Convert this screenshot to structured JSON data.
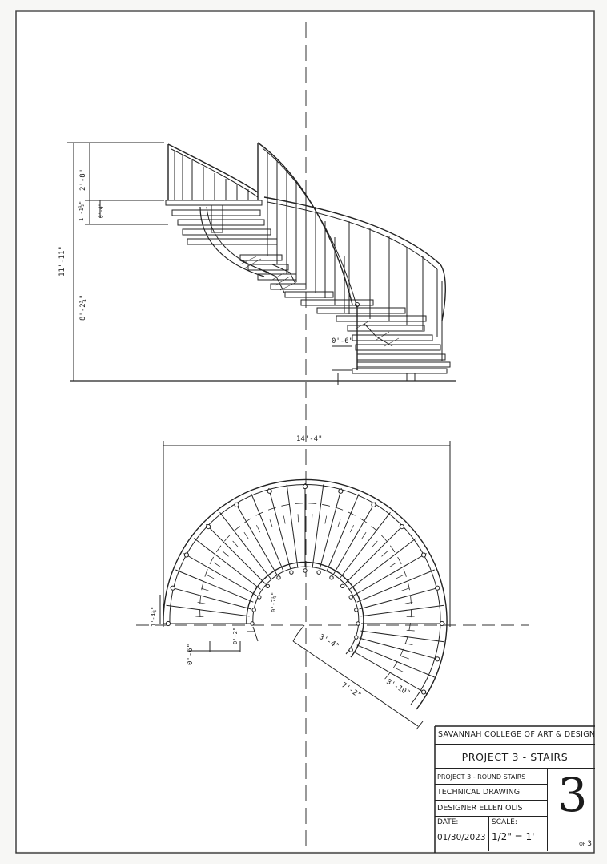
{
  "title_block": {
    "school": "SAVANNAH COLLEGE OF ART & DESIGN",
    "project_title": "PROJECT 3 - STAIRS",
    "project_line": "PROJECT 3 - ROUND STAIRS",
    "drawing_type": "TECHNICAL DRAWING",
    "designer": "DESIGNER ELLEN OLIS",
    "date_label": "DATE:",
    "date_value": "01/30/2023",
    "scale_label": "SCALE:",
    "scale_value": "1/2\" = 1'",
    "sheet_number": "3",
    "sheet_of_prefix": "OF",
    "sheet_total": "3"
  },
  "elevation_dimensions": {
    "overall_height": "11'-11\"",
    "upper_rail": "2'-8\"",
    "landing": "1'-1½\"",
    "landing_small": "0'-4\"",
    "lower_height": "8'-2¾\"",
    "riser": "0'-6\""
  },
  "plan_dimensions": {
    "overall_width": "14'-4\"",
    "outer_tread": "1'-4¾\"",
    "stair_depth": "0'-6\"",
    "inner_offset": "0'-2\"",
    "inner_tread": "0'-7¼\"",
    "inner_radius": "3'-4\"",
    "tread_run": "3'-10\"",
    "outer_run": "7'-2\""
  }
}
